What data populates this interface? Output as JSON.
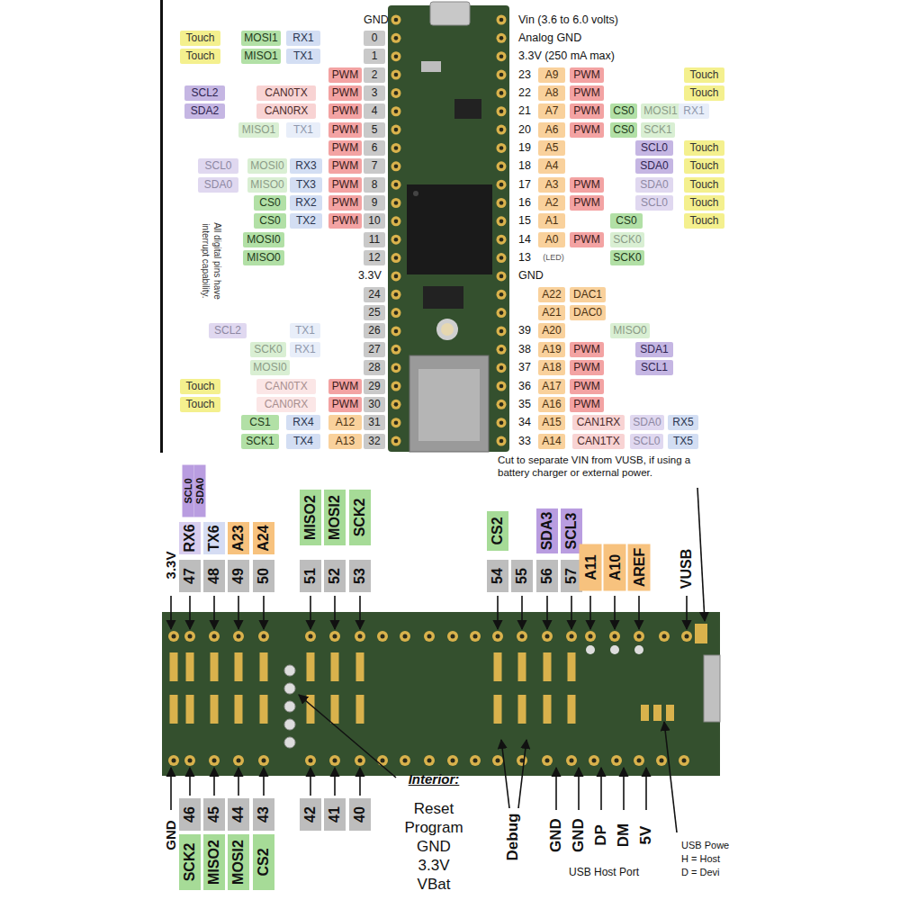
{
  "diagram": {
    "labels": [
      "GND",
      "Vin (3.6 to 6.0 volts)",
      "Touch",
      "MOSI1",
      "RX1",
      "0",
      "Analog GND",
      "Touch",
      "MISO1",
      "TX1",
      "1",
      "3.3V (250 mA max)",
      "PWM",
      "2",
      "23",
      "A9",
      "PWM",
      "Touch",
      "SCL2",
      "CAN0TX",
      "PWM",
      "3",
      "22",
      "A8",
      "PWM",
      "Touch",
      "SDA2",
      "CAN0RX",
      "PWM",
      "4",
      "21",
      "A7",
      "PWM",
      "CS0",
      "MOSI1",
      "RX1",
      "MISO1",
      "TX1",
      "PWM",
      "5",
      "20",
      "A6",
      "PWM",
      "CS0",
      "SCK1",
      "PWM",
      "6",
      "19",
      "A5",
      "SCL0",
      "Touch",
      "SCL0",
      "MOSI0",
      "RX3",
      "PWM",
      "7",
      "18",
      "A4",
      "SDA0",
      "Touch",
      "SDA0",
      "MISO0",
      "TX3",
      "PWM",
      "8",
      "17",
      "A3",
      "PWM",
      "SDA0",
      "Touch",
      "CS0",
      "RX2",
      "PWM",
      "9",
      "16",
      "A2",
      "PWM",
      "SCL0",
      "Touch",
      "CS0",
      "TX2",
      "PWM",
      "10",
      "15",
      "A1",
      "CS0",
      "Touch",
      "MOSI0",
      "11",
      "14",
      "A0",
      "PWM",
      "SCK0",
      "MISO0",
      "12",
      "13",
      "(LED)",
      "SCK0",
      "3.3V",
      "GND",
      "24",
      "A22",
      "DAC1",
      "25",
      "A21",
      "DAC0",
      "SCL2",
      "TX1",
      "26",
      "39",
      "A20",
      "MISO0",
      "SCK0",
      "RX1",
      "27",
      "38",
      "A19",
      "PWM",
      "SDA1",
      "MOSI0",
      "28",
      "37",
      "A18",
      "PWM",
      "SCL1",
      "Touch",
      "CAN0TX",
      "PWM",
      "29",
      "36",
      "A17",
      "PWM",
      "Touch",
      "CAN0RX",
      "PWM",
      "30",
      "35",
      "A16",
      "PWM",
      "CS1",
      "RX4",
      "A12",
      "31",
      "34",
      "A15",
      "CAN1RX",
      "SDA0",
      "RX5",
      "SCK1",
      "TX4",
      "A13",
      "32",
      "33",
      "A14",
      "CAN1TX",
      "SCL0",
      "TX5",
      "All digital pins have interrupt capability.",
      "Cut to separate VIN from VUSB, if using a battery charger or external power.",
      "SCL0",
      "SDA0",
      "3.3V",
      "RX6",
      "TX6",
      "A23",
      "A24",
      "47",
      "48",
      "49",
      "50",
      "MISO2",
      "MOSI2",
      "SCK2",
      "51",
      "52",
      "53",
      "CS2",
      "SDA3",
      "SCL3",
      "54",
      "55",
      "56",
      "57",
      "A11",
      "A10",
      "AREF",
      "VUSB",
      "GND",
      "46",
      "45",
      "44",
      "43",
      "SCK2",
      "MISO2",
      "MOSI2",
      "CS2",
      "42",
      "41",
      "40",
      "Interior:",
      "Reset",
      "Program",
      "GND",
      "3.3V",
      "VBat",
      "Debug",
      "GND",
      "GND",
      "DP",
      "DM",
      "5V",
      "USB Host Port",
      "USB Powe",
      "H = Host",
      "D = Devi"
    ]
  }
}
